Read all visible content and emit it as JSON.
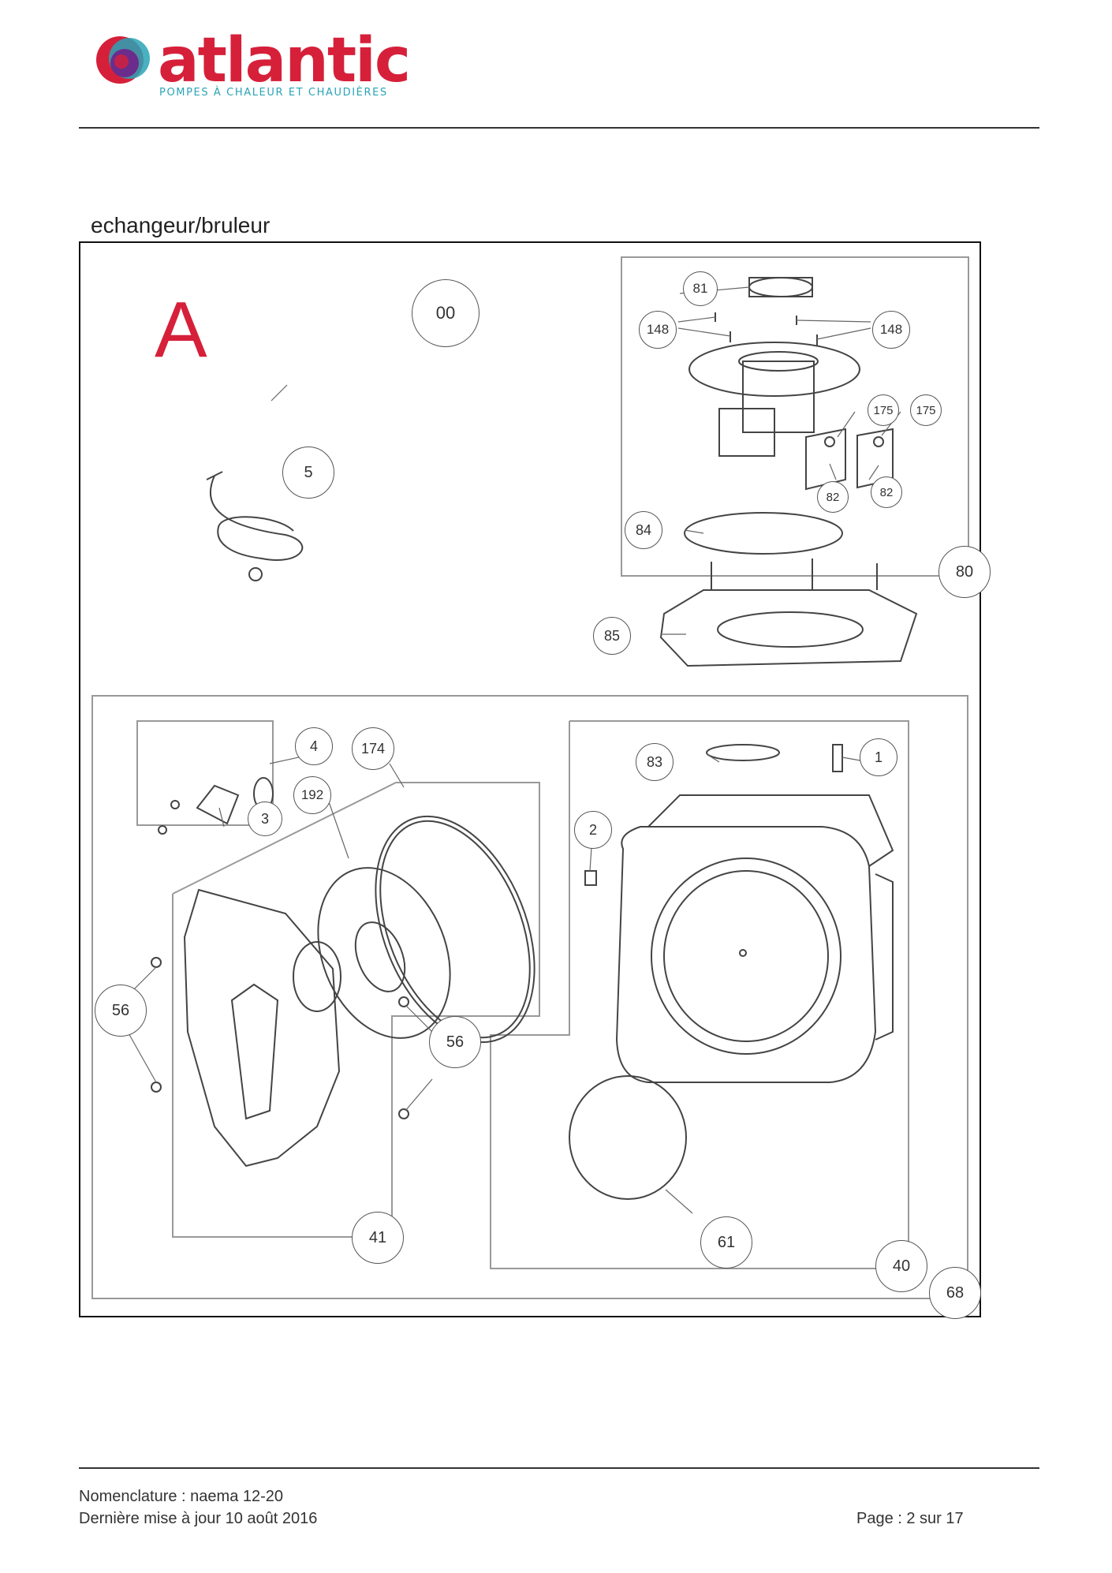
{
  "header": {
    "brand": "atlantic",
    "tagline": "POMPES À CHALEUR ET CHAUDIÈRES"
  },
  "section": {
    "title": "echangeur/bruleur",
    "view_letter": "A"
  },
  "callouts": {
    "c00": "00",
    "c5": "5",
    "c81": "81",
    "c148a": "148",
    "c148b": "148",
    "c175a": "175",
    "c175b": "175",
    "c82a": "82",
    "c82b": "82",
    "c84": "84",
    "c80": "80",
    "c85": "85",
    "c4": "4",
    "c174": "174",
    "c3": "3",
    "c192": "192",
    "c83": "83",
    "c1": "1",
    "c2": "2",
    "c56a": "56",
    "c56b": "56",
    "c41": "41",
    "c61": "61",
    "c40": "40",
    "c68": "68"
  },
  "footer": {
    "nomenclature": "Nomenclature : naema 12-20",
    "updated": "Dernière mise à jour 10 août 2016",
    "page": "Page : 2 sur 17"
  },
  "colors": {
    "brand_red": "#d6203a",
    "brand_teal": "#2aa3b6"
  }
}
